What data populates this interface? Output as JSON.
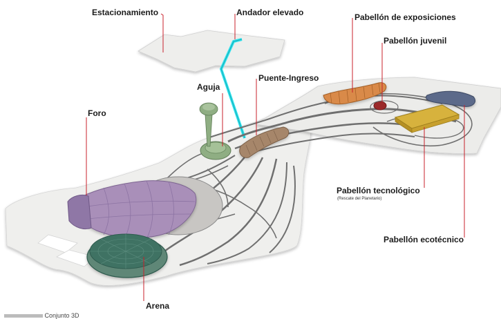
{
  "labels": {
    "estacionamiento": "Estacionamiento",
    "andador": "Andador elevado",
    "exposiciones": "Pabellón de exposiciones",
    "juvenil": "Pabellón juvenil",
    "puente": "Puente-Ingreso",
    "aguja": "Aguja",
    "foro": "Foro",
    "tecnologico": "Pabellón tecnológico",
    "tecnologico_sub": "(Rescate del Planetario)",
    "ecotecnico": "Pabellón ecotécnico",
    "arena": "Arena"
  },
  "caption": "Conjunto 3D",
  "colors": {
    "leader": "#c8202b",
    "walkway": "#2fe3ee",
    "path": "#6f6f6f",
    "ground": "#eeeeec",
    "foro": "#a98fb9",
    "arena": "#3f7263",
    "aguja": "#8fae83",
    "puente": "#a6866a",
    "exposiciones": "#d98a48",
    "tecnologico": "#d7b23c",
    "ecotecnico": "#5b6a8a",
    "juvenil": "#9b2a2a"
  }
}
